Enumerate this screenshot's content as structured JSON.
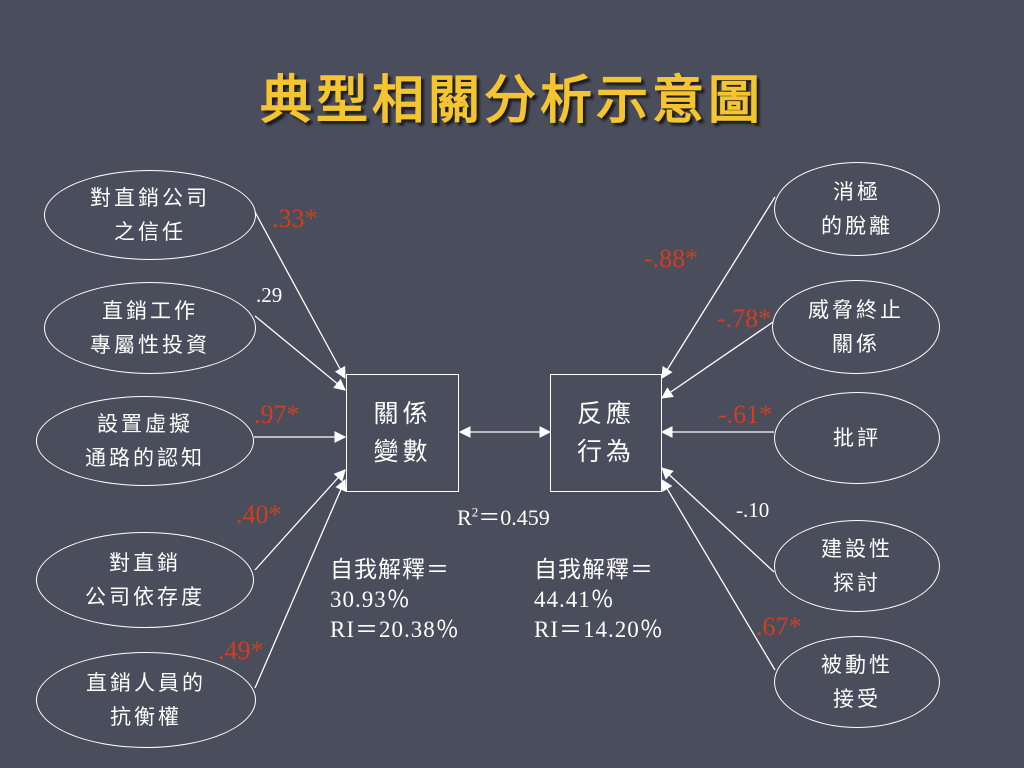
{
  "title": "典型相關分析示意圖",
  "left_variables": [
    {
      "line1": "對直銷公司",
      "line2": "之信任",
      "coef": ".33*"
    },
    {
      "line1": "直銷工作",
      "line2": "專屬性投資",
      "coef": ".29"
    },
    {
      "line1": "設置虛擬",
      "line2": "通路的認知",
      "coef": ".97*"
    },
    {
      "line1": "對直銷",
      "line2": "公司依存度",
      "coef": ".40*"
    },
    {
      "line1": "直銷人員的",
      "line2": "抗衡權",
      "coef": ".49*"
    }
  ],
  "right_variables": [
    {
      "line1": "消極",
      "line2": "的脫離",
      "coef": "-.88*"
    },
    {
      "line1": "威脅終止",
      "line2": "關係",
      "coef": "-.78*"
    },
    {
      "line1": "批評",
      "line2": "",
      "coef": "-.61*"
    },
    {
      "line1": "建設性",
      "line2": "探討",
      "coef": "-.10"
    },
    {
      "line1": "被動性",
      "line2": "接受",
      "coef": ".67*"
    }
  ],
  "center_left": {
    "line1": "關係",
    "line2": "變數"
  },
  "center_right": {
    "line1": "反應",
    "line2": "行為"
  },
  "r_squared": {
    "label": "R",
    "sup": "2",
    "value": "＝0.459"
  },
  "left_stats": {
    "line1": "自我解釋＝",
    "line2": "30.93％",
    "line3": "RI＝20.38％"
  },
  "right_stats": {
    "line1": "自我解釋＝",
    "line2": "44.41％",
    "line3": "RI＝14.20％"
  },
  "colors": {
    "background": "#4a4d5c",
    "title": "#f5c431",
    "significant": "#d23f1c",
    "line": "#ffffff"
  }
}
